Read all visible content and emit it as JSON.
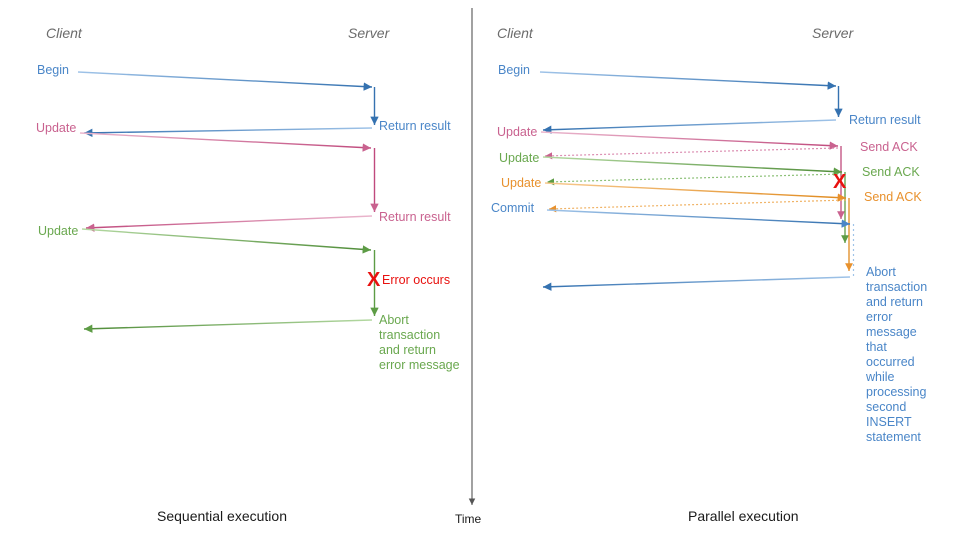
{
  "diagram": {
    "title_colors": {
      "blue": "#4a86c8",
      "blue_dark": "#3572b0",
      "pink": "#c9628f",
      "green": "#6aa84f",
      "orange": "#e8912d",
      "red": "#e8110f",
      "gray": "#6b6b6b",
      "black": "#1a1a1a"
    },
    "time_axis": {
      "label": "Time"
    },
    "panels": [
      {
        "id": "sequential",
        "caption": "Sequential execution",
        "lanes": {
          "client": "Client",
          "server": "Server"
        },
        "client_labels": [
          {
            "text": "Begin",
            "color": "blue"
          },
          {
            "text": "Update",
            "color": "pink"
          },
          {
            "text": "Update",
            "color": "green"
          }
        ],
        "server_labels": [
          {
            "text": "Return result",
            "color": "blue"
          },
          {
            "text": "Return result",
            "color": "pink"
          },
          {
            "text": "Error occurs",
            "color": "red"
          },
          {
            "text": "Abort transaction and return error message",
            "color": "green"
          }
        ]
      },
      {
        "id": "parallel",
        "caption": "Parallel execution",
        "lanes": {
          "client": "Client",
          "server": "Server"
        },
        "client_labels": [
          {
            "text": "Begin",
            "color": "blue"
          },
          {
            "text": "Update",
            "color": "pink"
          },
          {
            "text": "Update",
            "color": "green"
          },
          {
            "text": "Update",
            "color": "orange"
          },
          {
            "text": "Commit",
            "color": "blue"
          }
        ],
        "server_labels": [
          {
            "text": "Return result",
            "color": "blue"
          },
          {
            "text": "Send ACK",
            "color": "pink"
          },
          {
            "text": "Send ACK",
            "color": "green"
          },
          {
            "text": "Send ACK",
            "color": "orange"
          },
          {
            "text": "Abort transaction and return error message that occurred while processing second INSERT statement",
            "color": "blue"
          }
        ],
        "error_marker": "X"
      }
    ],
    "error_marker": "X"
  }
}
